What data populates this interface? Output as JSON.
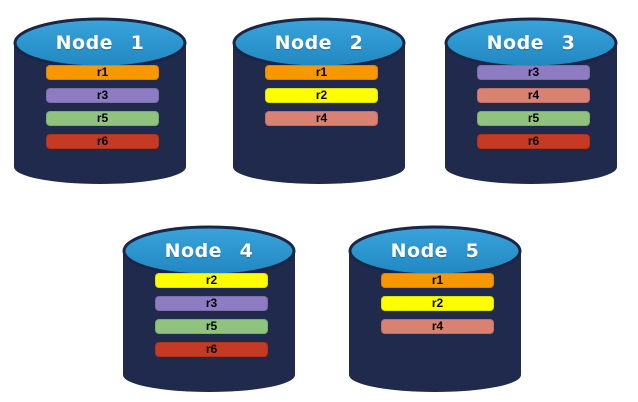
{
  "diagram": {
    "description": "Five database node cylinders containing replica bars"
  },
  "colors": {
    "background": "#ffffff",
    "cylinder_body": "#1F2A4C",
    "cylinder_outline": "#1B2546",
    "cylinder_top_light": "#3AA4DB",
    "cylinder_top_dark": "#2187C1",
    "title_text": "#ffffff",
    "bar_text": "#000000"
  },
  "replica_colors": {
    "r1": "#F89800",
    "r2": "#FDFF00",
    "r3": "#8E7CC3",
    "r4": "#D98173",
    "r5": "#90C37E",
    "r6": "#C53A22"
  },
  "nodes": [
    {
      "title": "Node 1",
      "replicas": [
        "r1",
        "r3",
        "r5",
        "r6"
      ]
    },
    {
      "title": "Node 2",
      "replicas": [
        "r1",
        "r2",
        "r4"
      ]
    },
    {
      "title": "Node 3",
      "replicas": [
        "r3",
        "r4",
        "r5",
        "r6"
      ]
    },
    {
      "title": "Node 4",
      "replicas": [
        "r2",
        "r3",
        "r5",
        "r6"
      ]
    },
    {
      "title": "Node 5",
      "replicas": [
        "r1",
        "r2",
        "r4"
      ]
    }
  ]
}
